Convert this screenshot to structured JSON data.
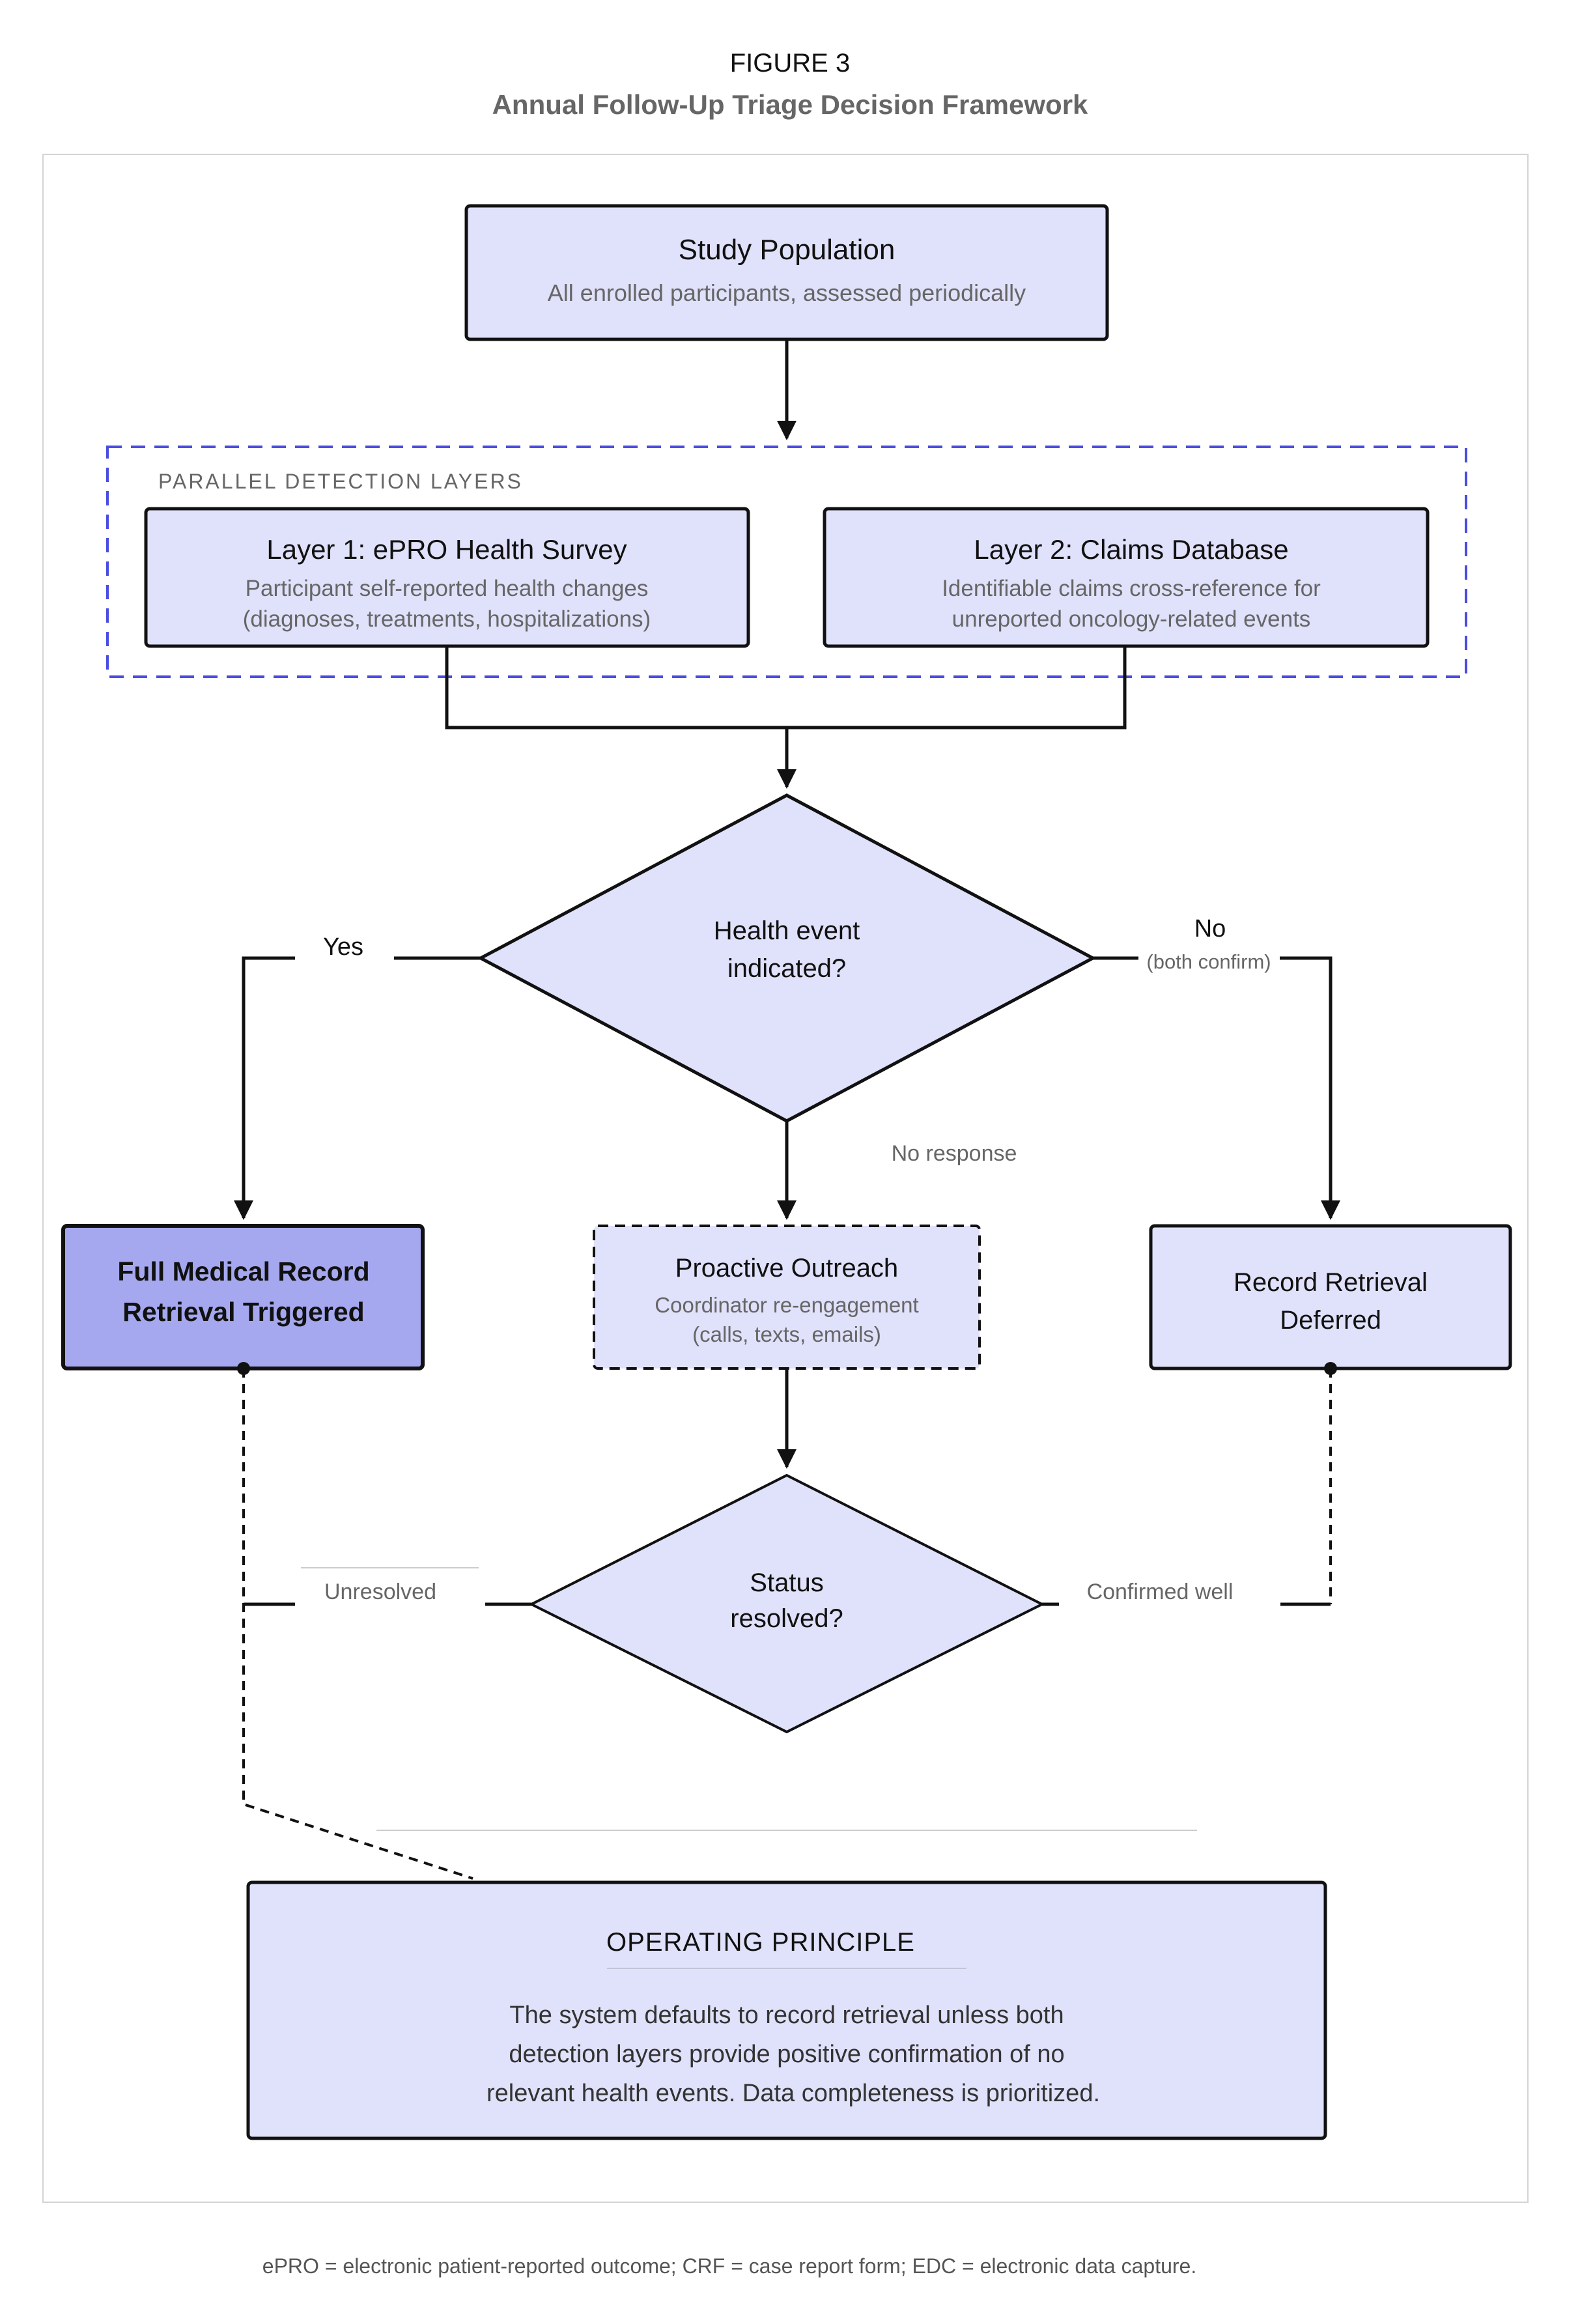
{
  "figure": {
    "label": "FIGURE 3",
    "title": "Annual Follow-Up Triage Decision Framework"
  },
  "nodes": {
    "population": {
      "title": "Study Population",
      "subtitle": "All enrolled participants, assessed periodically"
    },
    "parallel_group_label": "PARALLEL DETECTION LAYERS",
    "layer1": {
      "title": "Layer 1: ePRO Health Survey",
      "line1": "Participant self-reported health changes",
      "line2": "(diagnoses, treatments, hospitalizations)"
    },
    "layer2": {
      "title": "Layer 2: Claims Database",
      "line1": "Identifiable claims cross-reference for",
      "line2": "unreported oncology-related events"
    },
    "decision1": {
      "line1": "Health event",
      "line2": "indicated?"
    },
    "full_retrieval": {
      "line1": "Full Medical Record",
      "line2": "Retrieval Triggered"
    },
    "outreach": {
      "title": "Proactive Outreach",
      "line1": "Coordinator re-engagement",
      "line2": "(calls, texts, emails)"
    },
    "deferred": {
      "line1": "Record Retrieval",
      "line2": "Deferred"
    },
    "decision2": {
      "line1": "Status",
      "line2": "resolved?"
    },
    "principle": {
      "title": "OPERATING PRINCIPLE",
      "line1": "The system defaults to record retrieval unless both",
      "line2": "detection layers provide positive confirmation of no",
      "line3": "relevant health events. Data completeness is prioritized."
    }
  },
  "edge_labels": {
    "yes": "Yes",
    "no": "No",
    "no_sub": "(both confirm)",
    "no_response": "No response",
    "unresolved": "Unresolved",
    "confirmed_well": "Confirmed well"
  },
  "footnote": "ePRO = electronic patient-reported outcome; CRF = case report form; EDC = electronic data capture.",
  "colors": {
    "node_fill": "#e0e1fa",
    "highlight_fill": "#a5a8ef",
    "group_border": "#4a4de0",
    "stroke": "#111111",
    "muted_text": "#666666"
  }
}
